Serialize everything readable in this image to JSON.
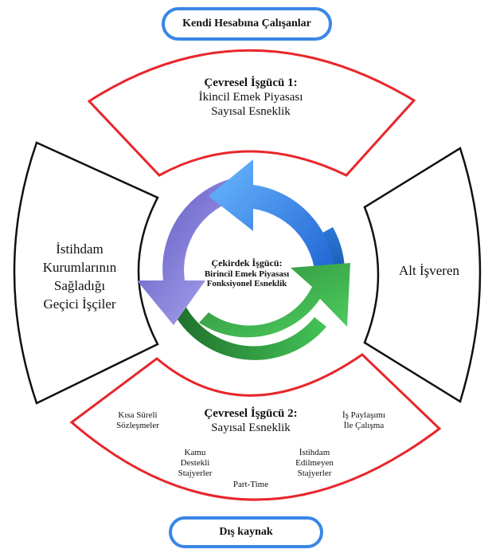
{
  "top_box": {
    "label": "Kendi Hesabına Çalışanlar"
  },
  "bottom_box": {
    "label": "Dış kaynak"
  },
  "top_segment": {
    "title": "Çevresel İşgücü 1:",
    "line2": "İkincil Emek Piyasası",
    "line3": "Sayısal Esneklik"
  },
  "bottom_segment": {
    "title": "Çevresel İşgücü 2:",
    "subtitle": "Sayısal Esneklik",
    "items": {
      "kisa_sureli": [
        "Kısa Süreli",
        "Sözleşmeler"
      ],
      "is_paylasimi": [
        "İş Paylaşımı",
        "İle Çalışma"
      ],
      "kamu_destekli": [
        "Kamu",
        "Destekli",
        "Stajyerler"
      ],
      "istihdam_edilmeyen": [
        "İstihdam",
        "Edilmeyen",
        "Stajyerler"
      ],
      "part_time": "Part-Time"
    }
  },
  "left_segment": {
    "lines": [
      "İstihdam",
      "Kurumlarının",
      "Sağladığı",
      "Geçici İşçiler"
    ]
  },
  "right_segment": {
    "label": "Alt İşveren"
  },
  "center": {
    "title": "Çekirdek İşgücü:",
    "line2": "Birincil Emek Piyasası",
    "line3": "Fonksiyonel Esneklik"
  },
  "colors": {
    "red_outline": "#e8262b",
    "blue_pill": "#3a86e8",
    "arrow_blue": "#2f7fe0",
    "arrow_green": "#36b24a",
    "arrow_purple": "#8f89e0"
  }
}
